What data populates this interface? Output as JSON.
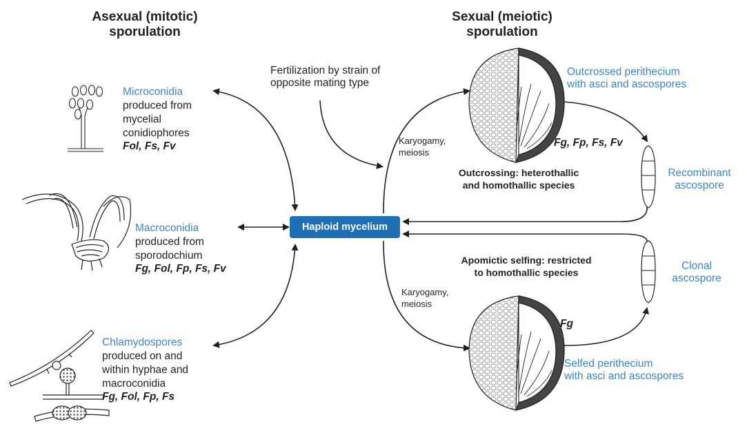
{
  "headers": {
    "asexual_line1": "Asexual (mitotic)",
    "asexual_line2": "sporulation",
    "sexual_line1": "Sexual (meiotic)",
    "sexual_line2": "sporulation"
  },
  "center": {
    "label": "Haploid mycelium"
  },
  "fertilization": {
    "line1": "Fertilization by strain of",
    "line2": "opposite mating type"
  },
  "asexual": {
    "microconidia": {
      "name": "Microconidia",
      "desc": [
        "produced from",
        "mycelial",
        "conidiophores"
      ],
      "species": "Fol, Fs, Fv"
    },
    "macroconidia": {
      "name": "Macroconidia",
      "desc": [
        "produced from",
        "sporodochium"
      ],
      "species": "Fg, Fol, Fp, Fs, Fv"
    },
    "chlamydospores": {
      "name": "Chlamydospores",
      "desc": [
        "produced on and",
        "within hyphae and",
        "macroconidia"
      ],
      "species": "Fg, Fol, Fp, Fs"
    }
  },
  "sexual": {
    "karyogamy_top": [
      "Karyogamy,",
      "meiosis"
    ],
    "karyogamy_bottom": [
      "Karyogamy,",
      "meiosis"
    ],
    "outcrossed": {
      "line1": "Outcrossed perithecium",
      "line2": "with asci and ascospores",
      "species": "Fg, Fp, Fs, Fv"
    },
    "outcrossing": {
      "line1": "Outcrossing: heterothallic",
      "line2": "and homothallic species"
    },
    "recombinant": {
      "line1": "Recombinant",
      "line2": "ascospore"
    },
    "apomictic": {
      "line1": "Apomictic selfing: restricted",
      "line2": "to homothallic species"
    },
    "clonal": {
      "line1": "Clonal",
      "line2": "ascospore"
    },
    "selfed": {
      "line1": "Selfed perithecium",
      "line2": "with asci and ascospores",
      "species": "Fg"
    }
  },
  "colors": {
    "accent_blue": "#3d86c6",
    "box_blue": "#1f6fb4",
    "text": "#231f20"
  }
}
